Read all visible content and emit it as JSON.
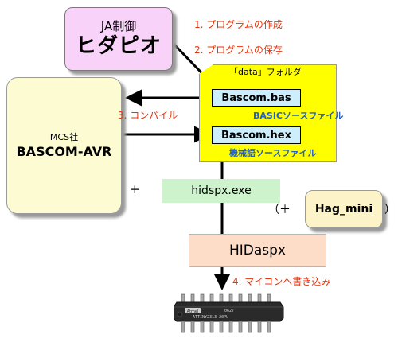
{
  "ja_box": {
    "line1": "JA制御",
    "line2": "ヒダピオ"
  },
  "mcs_box": {
    "line1": "MCS社",
    "line2": "BASCOM-AVR"
  },
  "folder": {
    "label": "「data」フォルダ"
  },
  "files": {
    "bas": "Bascom.bas",
    "bas_caption": "BASICソースファイル",
    "hex": "Bascom.hex",
    "hex_caption": "機械語ソースファイル"
  },
  "steps": {
    "step1": "1. プログラムの作成",
    "step2": "2. プログラムの保存",
    "step3": "3. コンパイル",
    "step4": "4. マイコンへ書き込み"
  },
  "tools": {
    "hidspx_exe": "hidspx.exe",
    "hidaspx": "HIDaspx",
    "hag_mini": "Hag_mini",
    "plus": "+",
    "paren_open": "（＋",
    "paren_close": "）"
  },
  "chip": {
    "logo": "Atmel",
    "marking_line1": "0627",
    "marking_line2": "ATTINY2313-20PU"
  },
  "colors": {
    "ja_box": "#f8d2f8",
    "mcs_box": "#fdfbd2",
    "folder": "#ffff00",
    "file": "#cdeffd",
    "hidspx_exe": "#ccf3cc",
    "hidaspx": "#fddcc8",
    "hag_box": "#fdf3c8",
    "step_text": "#e8320a",
    "caption_text": "#1f5fcf"
  }
}
